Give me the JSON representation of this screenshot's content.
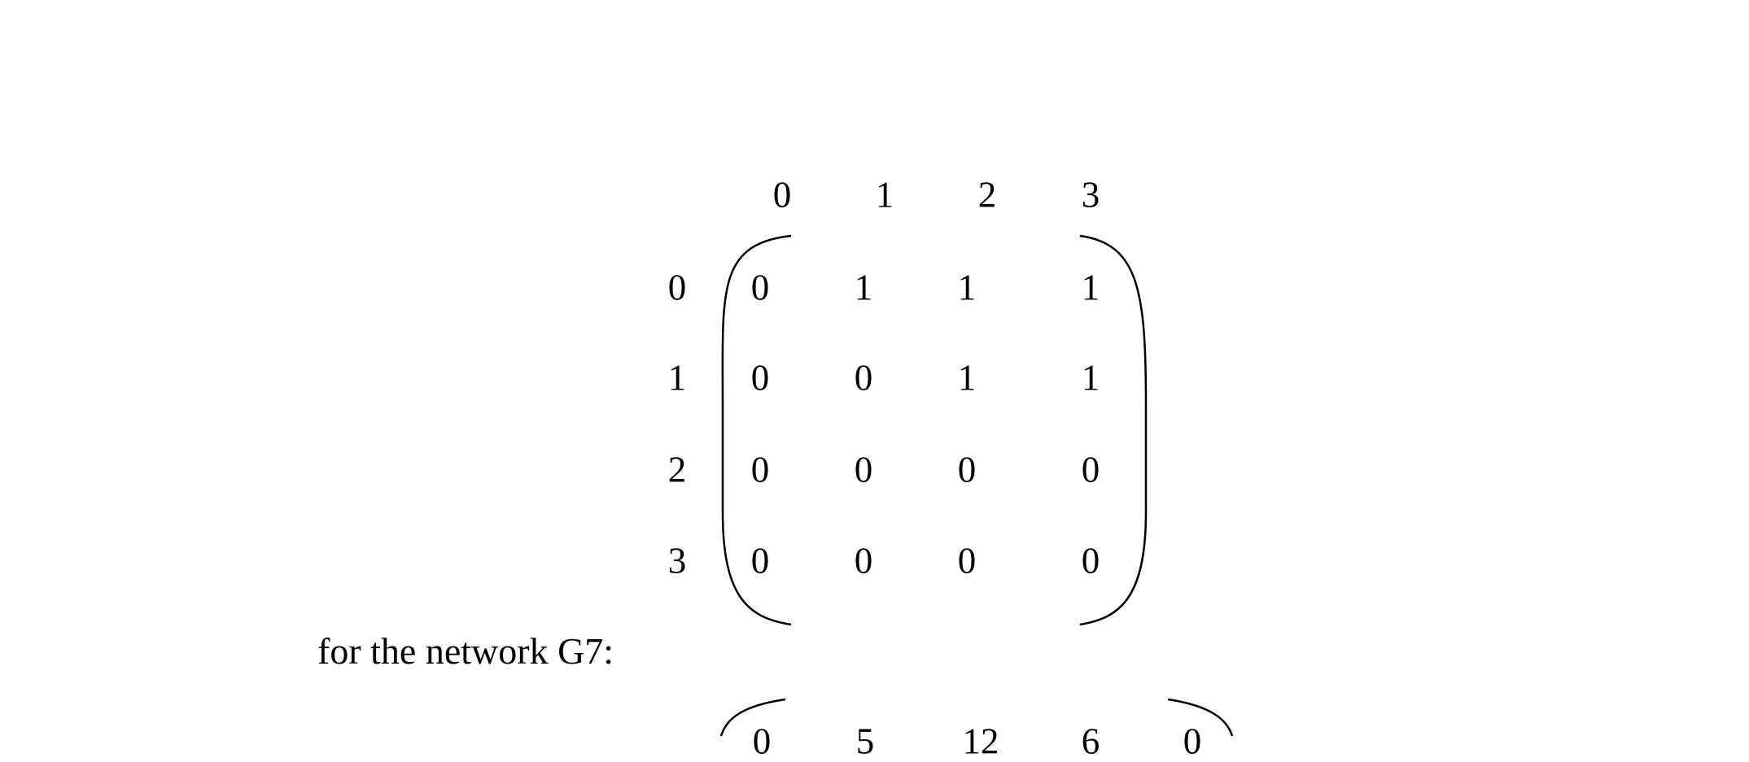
{
  "matrix": {
    "col_headers": [
      "0",
      "1",
      "2",
      "3"
    ],
    "row_headers": [
      "0",
      "1",
      "2",
      "3"
    ],
    "rows": [
      [
        "0",
        "1",
        "1",
        "1"
      ],
      [
        "0",
        "0",
        "1",
        "1"
      ],
      [
        "0",
        "0",
        "0",
        "0"
      ],
      [
        "0",
        "0",
        "0",
        "0"
      ]
    ]
  },
  "caption": "for the network G7:",
  "partial_matrix": {
    "row0": [
      "0",
      "5",
      "12",
      "6",
      "0"
    ]
  }
}
